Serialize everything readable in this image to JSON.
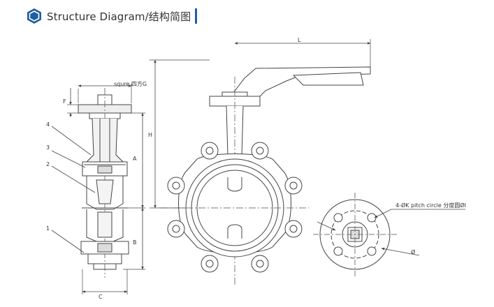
{
  "header": {
    "title": "Structure Diagram/结构简图",
    "accent_color": "#1f5fa0",
    "icon": "hexagon-icon"
  },
  "side_view": {
    "square_label": "squre 四方G",
    "dim_F": "F",
    "dim_A": "A",
    "dim_B": "B",
    "dim_C": "C",
    "part_4": "4",
    "part_3": "3",
    "part_2": "2",
    "part_1": "1"
  },
  "front_view": {
    "dim_L": "L",
    "dim_H": "H"
  },
  "flange_view": {
    "hole_label": "4-ØK pitch circle 分度圆ØI",
    "dim_D": "Ø"
  }
}
